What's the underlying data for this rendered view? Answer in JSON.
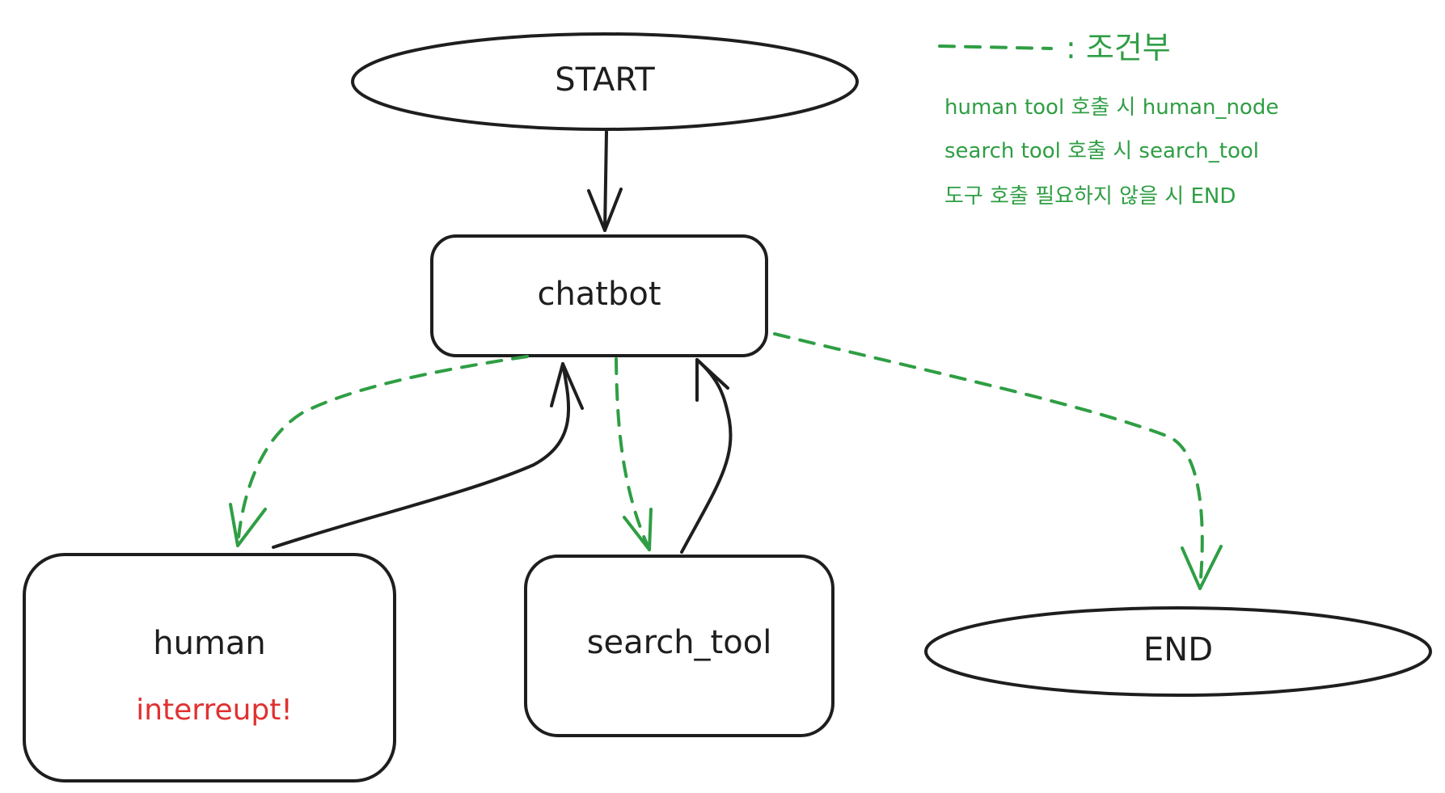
{
  "nodes": {
    "start": {
      "label": "START"
    },
    "chatbot": {
      "label": "chatbot"
    },
    "human": {
      "label": "human",
      "note": "interreupt!"
    },
    "search_tool": {
      "label": "search_tool"
    },
    "end": {
      "label": "END"
    }
  },
  "legend": {
    "title": ": 조건부",
    "lines": [
      "human tool 호출 시 human_node",
      "search tool 호출 시 search_tool",
      "도구 호출 필요하지 않을 시 END"
    ]
  },
  "colors": {
    "conditional": "#2f9e44",
    "stroke": "#1e1e1e",
    "interrupt": "#e03131"
  }
}
